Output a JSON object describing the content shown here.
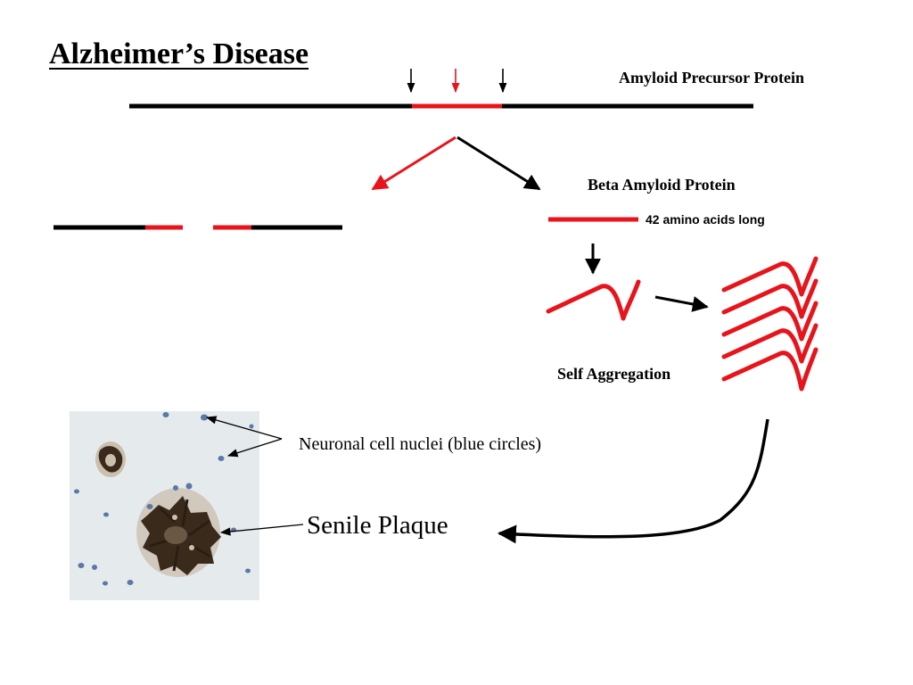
{
  "title": "Alzheimer’s Disease",
  "labels": {
    "amyloid_precursor_protein": "Amyloid Precursor Protein",
    "beta_amyloid_protein": "Beta Amyloid Protein",
    "length_note": "42 amino acids long",
    "self_aggregation": "Self Aggregation",
    "neuronal_nuclei": "Neuronal cell nuclei (blue circles)",
    "senile_plaque": "Senile Plaque"
  },
  "colors": {
    "protein": "#000000",
    "beta_amyloid": "#e8141b",
    "nuclei": "#5a78a8",
    "plaque": "#3a2a1c",
    "micrograph_background": "#e9eef0"
  }
}
